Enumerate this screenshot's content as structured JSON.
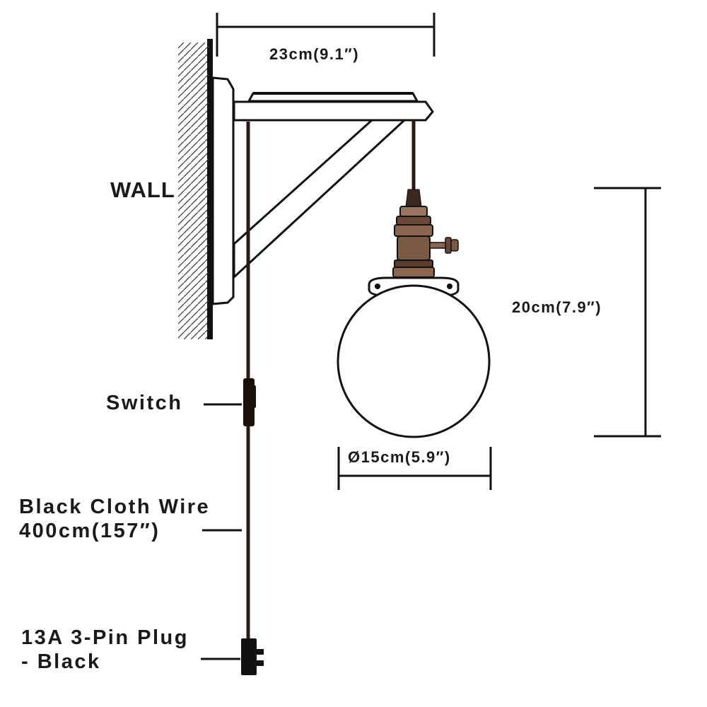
{
  "labels": {
    "wall": "WALL",
    "width": "23cm(9.1″)",
    "height": "20cm(7.9″)",
    "diameter": "Ø15cm(5.9″)",
    "switch": "Switch",
    "wire_line1": "Black Cloth Wire",
    "wire_line2": "400cm(157″)",
    "plug_line1": "13A 3-Pin Plug",
    "plug_line2": "- Black"
  },
  "colors": {
    "line": "#111111",
    "copper": "#7a5a45",
    "wire": "#2a1a12"
  }
}
